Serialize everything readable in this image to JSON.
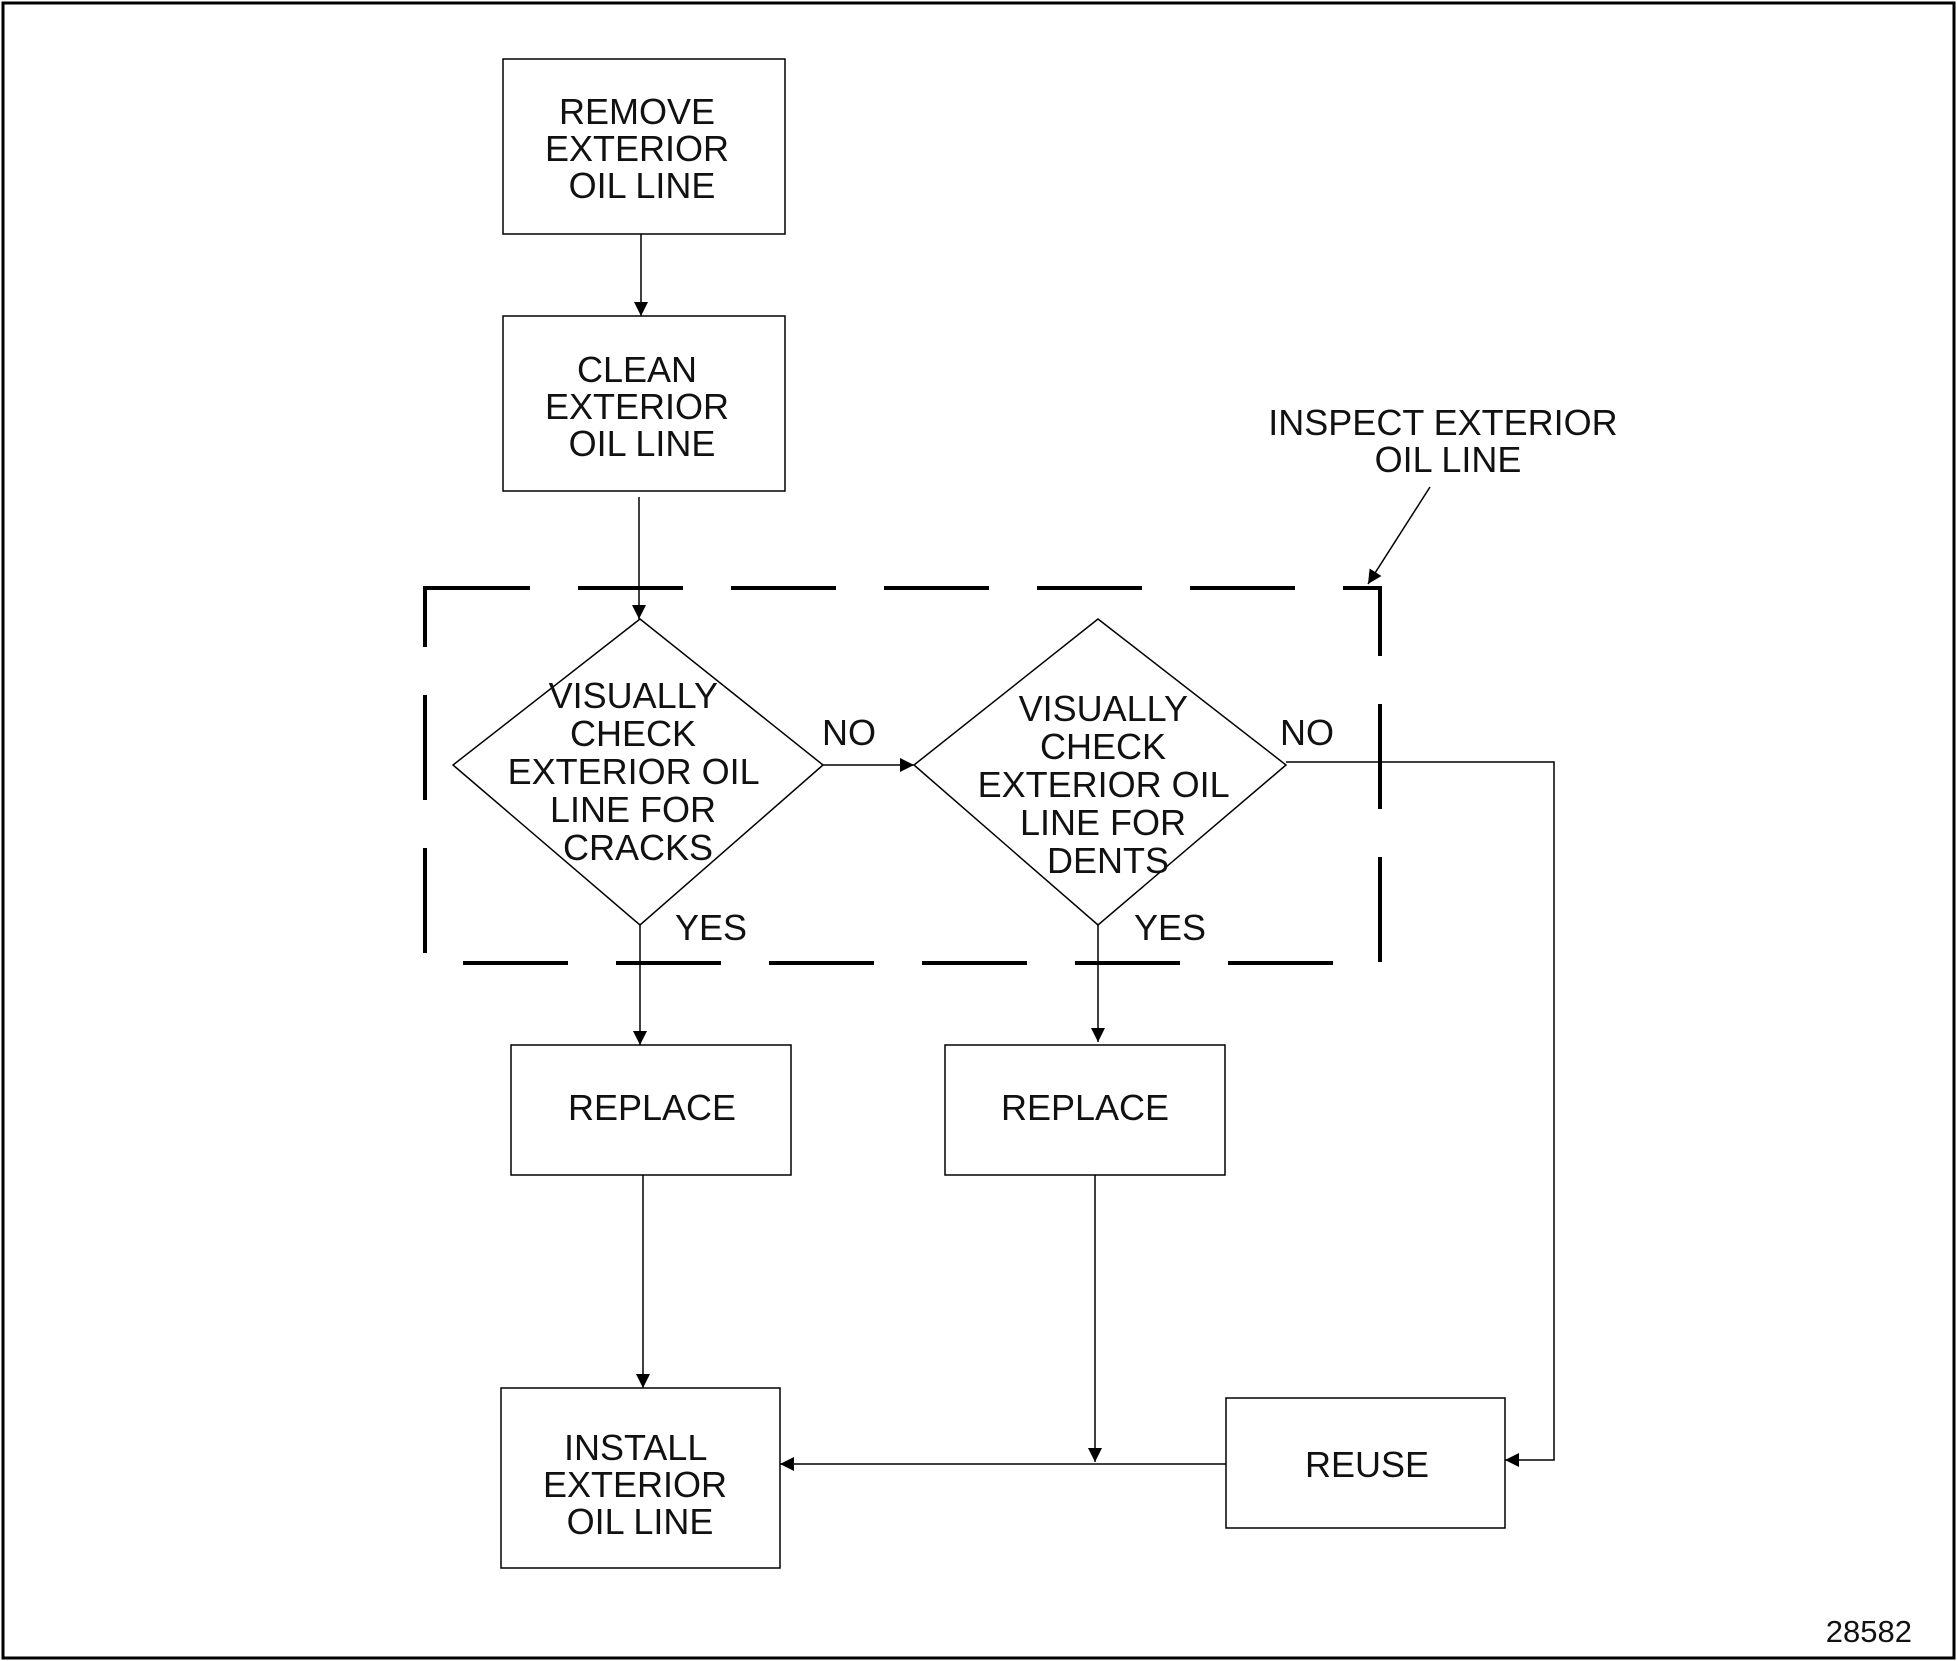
{
  "diagram": {
    "type": "flowchart",
    "group_label": [
      "INSPECT EXTERIOR",
      "OIL LINE"
    ],
    "nodes": {
      "remove": [
        "REMOVE",
        "EXTERIOR",
        "OIL LINE"
      ],
      "clean": [
        "CLEAN",
        "EXTERIOR",
        "OIL LINE"
      ],
      "check_cracks": [
        "VISUALLY",
        "CHECK",
        "EXTERIOR OIL",
        "LINE FOR",
        "CRACKS"
      ],
      "check_dents": [
        "VISUALLY",
        "CHECK",
        "EXTERIOR OIL",
        "LINE FOR",
        "DENTS"
      ],
      "replace_1": [
        "REPLACE"
      ],
      "replace_2": [
        "REPLACE"
      ],
      "install": [
        "INSTALL",
        "EXTERIOR",
        "OIL LINE"
      ],
      "reuse": [
        "REUSE"
      ]
    },
    "edge_labels": {
      "cracks_no": "NO",
      "cracks_yes": "YES",
      "dents_no": "NO",
      "dents_yes": "YES"
    },
    "figure_number": "28582"
  }
}
